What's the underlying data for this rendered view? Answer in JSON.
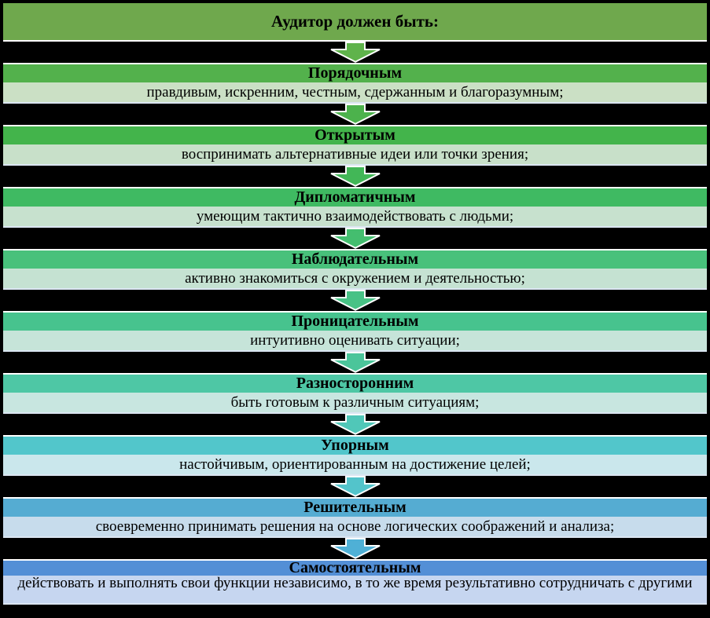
{
  "background": "#000000",
  "title": {
    "label": "Аудитор должен быть:",
    "color": "#6FA84D"
  },
  "items": [
    {
      "header": "Порядочным",
      "description": "правдивым, искренним, честным, сдержанным и благоразумным;",
      "header_color": "#53B14C",
      "description_color": "#CBE0C5",
      "arrow_color": "#5FB34B"
    },
    {
      "header": "Открытым",
      "description": "воспринимать альтернативные идеи или точки зрения;",
      "header_color": "#43B44B",
      "description_color": "#C8E0C9",
      "arrow_color": "#4CB24C"
    },
    {
      "header": "Дипломатичным",
      "description": "умеющим тактично взаимодействовать с людьми;",
      "header_color": "#3FBA62",
      "description_color": "#C7E1CE",
      "arrow_color": "#42B757"
    },
    {
      "header": "Наблюдательным",
      "description": "активно знакомиться с окружением и деятельностью;",
      "header_color": "#48C17B",
      "description_color": "#C5E2D2",
      "arrow_color": "#44BE6F"
    },
    {
      "header": "Проницательным",
      "description": "интуитивно оценивать ситуации;",
      "header_color": "#47C38E",
      "description_color": "#C6E4D9",
      "arrow_color": "#48C285"
    },
    {
      "header": "Разносторонним",
      "description": "быть готовым к различным ситуациям;",
      "header_color": "#4EC7A5",
      "description_color": "#C8E6E0",
      "arrow_color": "#4BC59A"
    },
    {
      "header": "Упорным",
      "description": "настойчивым, ориентированным на достижение целей;",
      "header_color": "#52C6CB",
      "description_color": "#CAE7EC",
      "arrow_color": "#50C7B8"
    },
    {
      "header": "Решительным",
      "description": "своевременно принимать решения на основе логических соображений и анализа;",
      "header_color": "#55ACD2",
      "description_color": "#C7DCEC",
      "arrow_color": "#53C4CB"
    },
    {
      "header": "Самостоятельным",
      "description": "действовать и выполнять свои функции независимо, в то же время результативно  сотрудничать с другими",
      "header_color": "#538FD6",
      "description_color": "#C6D6F0",
      "arrow_color": "#4FB0D6"
    }
  ]
}
